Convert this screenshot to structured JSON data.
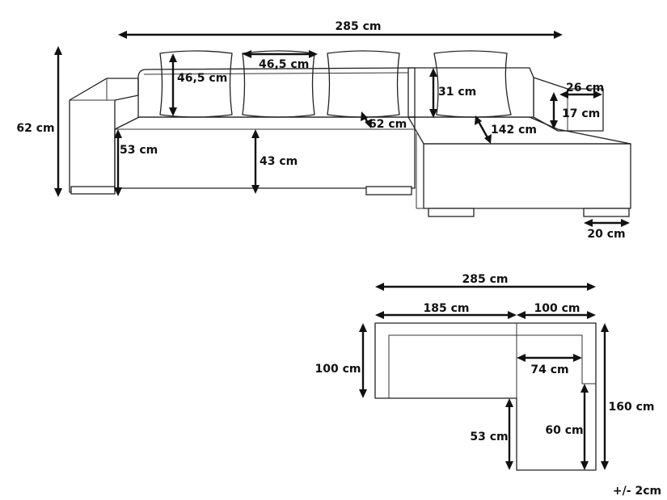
{
  "front_view": {
    "overall_width": "285 cm",
    "overall_height": "62 cm",
    "armrest_seat_height": "53 cm",
    "seat_height": "43 cm",
    "backrest_height": "31 cm",
    "seat_depth": "62 cm",
    "chaise_depth": "142 cm",
    "armrest_width": "26 cm",
    "armrest_height": "17 cm",
    "leg_width": "20 cm",
    "cushion_width": "46,5 cm",
    "cushion_height": "46,5 cm"
  },
  "top_view": {
    "overall_width": "285 cm",
    "main_section_width": "185 cm",
    "chaise_section_width": "100 cm",
    "main_depth": "100 cm",
    "chaise_inner_width": "74 cm",
    "total_depth": "160 cm",
    "chaise_extension_outer": "53 cm",
    "chaise_extension_inner": "60 cm"
  },
  "tolerance": "+/- 2cm"
}
